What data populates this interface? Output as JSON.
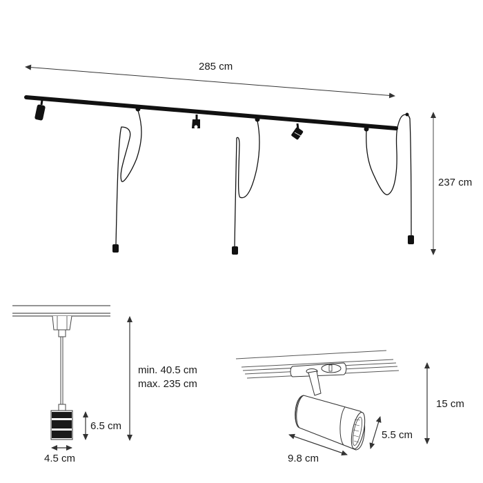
{
  "overview": {
    "track_length_label": "285 cm",
    "height_label": "237 cm",
    "fixtures": [
      {
        "type": "spotlight"
      },
      {
        "type": "pendant"
      },
      {
        "type": "spotlight"
      },
      {
        "type": "pendant"
      },
      {
        "type": "spotlight"
      },
      {
        "type": "pendant"
      }
    ]
  },
  "pendant_detail": {
    "suspension_min_label": "min. 40.5 cm",
    "suspension_max_label": "max. 235 cm",
    "shade_height_label": "6.5 cm",
    "shade_width_label": "4.5 cm"
  },
  "spotlight_detail": {
    "total_height_label": "15 cm",
    "diameter_label": "5.5 cm",
    "length_label": "9.8 cm"
  },
  "colors": {
    "line": "#111111",
    "dimension": "#444444",
    "background": "#ffffff"
  }
}
